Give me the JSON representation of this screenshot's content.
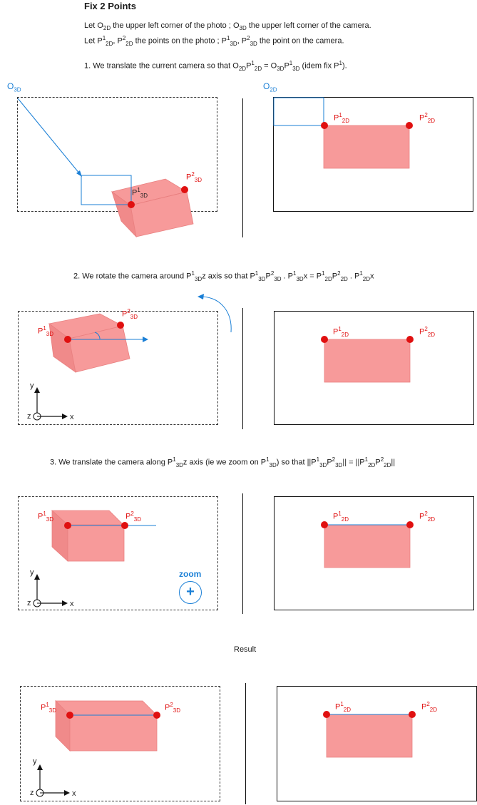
{
  "title": "Fix 2 Points",
  "intro": {
    "line1": {
      "a": "Let O",
      "a_sub": "2D",
      "b": " the upper left corner of the photo ; O",
      "b_sub": "3D",
      "c": " the upper left corner of the camera."
    },
    "line2": {
      "a": "Let P",
      "a_sup": "1",
      "a_sub": "2D",
      "b": ", P",
      "b_sup": "2",
      "b_sub": "2D",
      "c": " the points on the photo ; P",
      "c_sup": "1",
      "c_sub": "3D",
      "d": ", P",
      "d_sup": "2",
      "d_sub": "3D",
      "e": " the point on the camera."
    }
  },
  "steps": [
    {
      "a": "1. We translate the current camera so that O",
      "a_sub": "2D",
      "b": "P",
      "b_sup": "1",
      "b_sub": "2D",
      "c": " = O",
      "c_sub": "3D",
      "d": "P",
      "d_sup": "1",
      "d_sub": "3D",
      "e": " (idem fix P",
      "e_sup": "1",
      "f": ")."
    },
    {
      "a": "2. We rotate the camera around P",
      "a_sup": "1",
      "a_sub": "3D",
      "b": "z axis so that P",
      "b_sup": "1",
      "b_sub": "3D",
      "c": "P",
      "c_sup": "2",
      "c_sub": "3D",
      "d": " . P",
      "d_sup": "1",
      "d_sub": "3D",
      "e": "x = P",
      "e_sup": "1",
      "e_sub": "2D",
      "f": "P",
      "f_sup": "2",
      "f_sub": "2D",
      "g": " . P",
      "g_sup": "1",
      "g_sub": "2D",
      "h": "x"
    },
    {
      "a": "3. We translate the camera along P",
      "a_sup": "1",
      "a_sub": "3D",
      "b": "z axis (ie we zoom on P",
      "b_sup": "1",
      "b_sub": "3D",
      "c": ") so that ||P",
      "c_sup": "1",
      "c_sub": "3D",
      "d": "P",
      "d_sup": "2",
      "d_sub": "3D",
      "e": "|| = ||P",
      "e_sup": "1",
      "e_sub": "2D",
      "f": "P",
      "f_sup": "2",
      "f_sub": "2D",
      "g": "||"
    }
  ],
  "labels": {
    "o3d": "O",
    "o3d_sub": "3D",
    "o2d": "O",
    "o2d_sub": "2D",
    "p": "P",
    "sup1": "1",
    "sup2": "2",
    "sub3d": "3D",
    "sub2d": "2D",
    "axis_y": "y",
    "axis_z": "z",
    "axis_x": "x",
    "zoom": "zoom",
    "zoom_plus": "+",
    "result": "Result"
  },
  "colors": {
    "accent_blue": "#1a7fd6",
    "point_red": "#e01010",
    "fill_pink": "#f79a9a",
    "fill_pink_dark": "#f08a8a"
  }
}
